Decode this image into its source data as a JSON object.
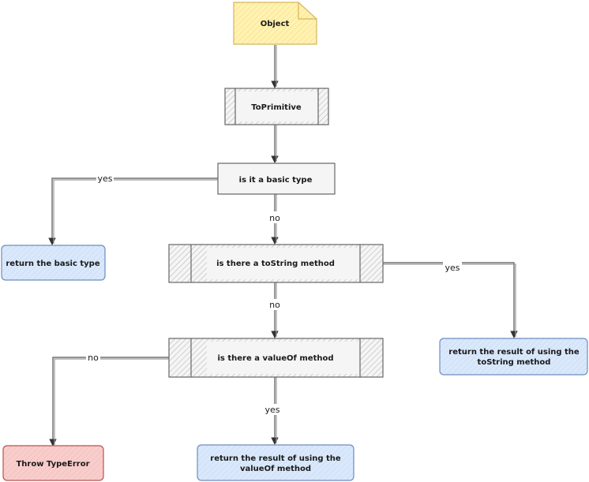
{
  "nodes": {
    "object": {
      "label": "Object"
    },
    "to_primitive": {
      "label": "ToPrimitive"
    },
    "is_basic_type": {
      "label": "is it a basic type"
    },
    "return_basic_type": {
      "label": "return the basic type"
    },
    "has_tostring": {
      "label": "is there a toString method"
    },
    "return_tostring": {
      "line1": "return the result of using the",
      "line2": "toString method"
    },
    "has_valueof": {
      "label": "is there a valueOf method"
    },
    "throw_type_error": {
      "label": "Throw TypeError"
    },
    "return_valueof": {
      "line1": "return the result of using the",
      "line2": "valueOf method"
    }
  },
  "edges": {
    "basic_yes": "yes",
    "basic_no": "no",
    "tostring_yes": "yes",
    "tostring_no": "no",
    "valueof_no": "no",
    "valueof_yes": "yes"
  },
  "colors": {
    "note_fill": "#fff2b3",
    "note_stroke": "#d6b656",
    "process_fill": "#f5f5f5",
    "process_hatch": "#b8b8b8",
    "process_stroke": "#666666",
    "decision_fill": "#f5f5f5",
    "decision_stroke": "#666666",
    "return_fill": "#dae8fc",
    "return_stroke": "#6c8ebf",
    "error_fill": "#f8cecc",
    "error_stroke": "#b85450",
    "edge": "#555555"
  }
}
